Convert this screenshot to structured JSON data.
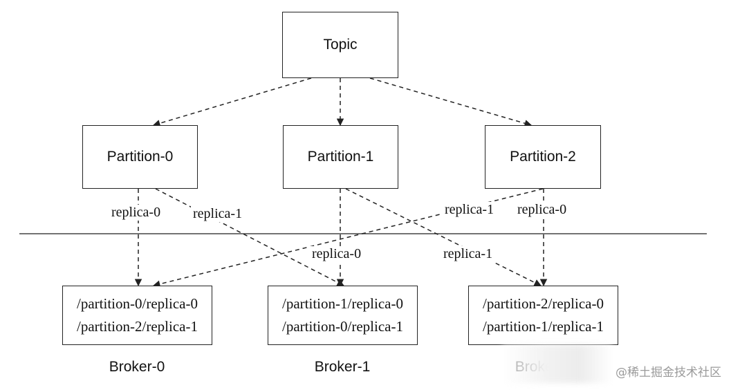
{
  "topic": "Topic",
  "partitions": [
    "Partition-0",
    "Partition-1",
    "Partition-2"
  ],
  "edge_labels": {
    "p0_r0": "replica-0",
    "p0_r1": "replica-1",
    "p1_r0": "replica-0",
    "p1_r1": "replica-1",
    "p2_r1": "replica-1",
    "p2_r0": "replica-0"
  },
  "brokers": [
    {
      "name": "Broker-0",
      "lines": [
        "/partition-0/replica-0",
        "/partition-2/replica-1"
      ]
    },
    {
      "name": "Broker-1",
      "lines": [
        "/partition-1/replica-0",
        "/partition-0/replica-1"
      ]
    },
    {
      "name": "Broker-2",
      "lines": [
        "/partition-2/replica-0",
        "/partition-1/replica-1"
      ]
    }
  ],
  "watermark": "@稀土掘金技术社区",
  "colors": {
    "line": "#222222",
    "watermark": "#9a9a9a"
  }
}
